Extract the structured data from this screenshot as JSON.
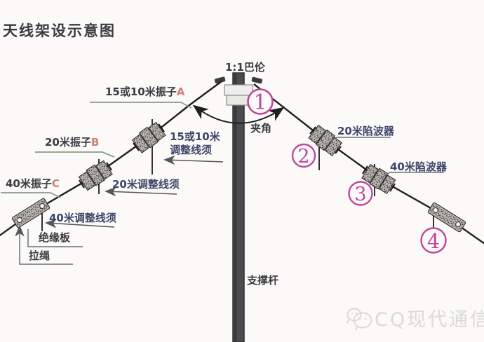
{
  "title": "天线架设示意图",
  "apex": {
    "balun_label": "1:1巴伦",
    "angle_label": "夹角",
    "callout": "1"
  },
  "left_arm": {
    "element_a": {
      "name": "15或10米振子",
      "tag": "A"
    },
    "element_b": {
      "name": "20米振子",
      "tag": "B"
    },
    "element_c": {
      "name": "40米振子",
      "tag": "C"
    },
    "adjust_15_10_line1": "15或10米",
    "adjust_15_10_line2": "调整线须",
    "adjust_20": "20米调整线须",
    "adjust_40": "40米调整线须",
    "insulator": "绝缘板",
    "guy_rope": "拉绳"
  },
  "right_arm": {
    "trap_20": {
      "label": "20米陷波器",
      "callout": "2"
    },
    "trap_40": {
      "label": "40米陷波器",
      "callout": "3"
    },
    "end_insulator_callout": "4"
  },
  "pole": {
    "label": "支撑杆"
  },
  "watermark": {
    "text": "CQ现代通信",
    "icon": "wechat-icon"
  },
  "colors": {
    "callout_magenta": "#c2459b",
    "blue_label": "#3d4569",
    "dark_label": "#3b3b41",
    "tag_red": "#cd8172",
    "underline_green": "#8b9c87",
    "wire": "#1f1f1f",
    "watermark_gray": "#dadada"
  }
}
